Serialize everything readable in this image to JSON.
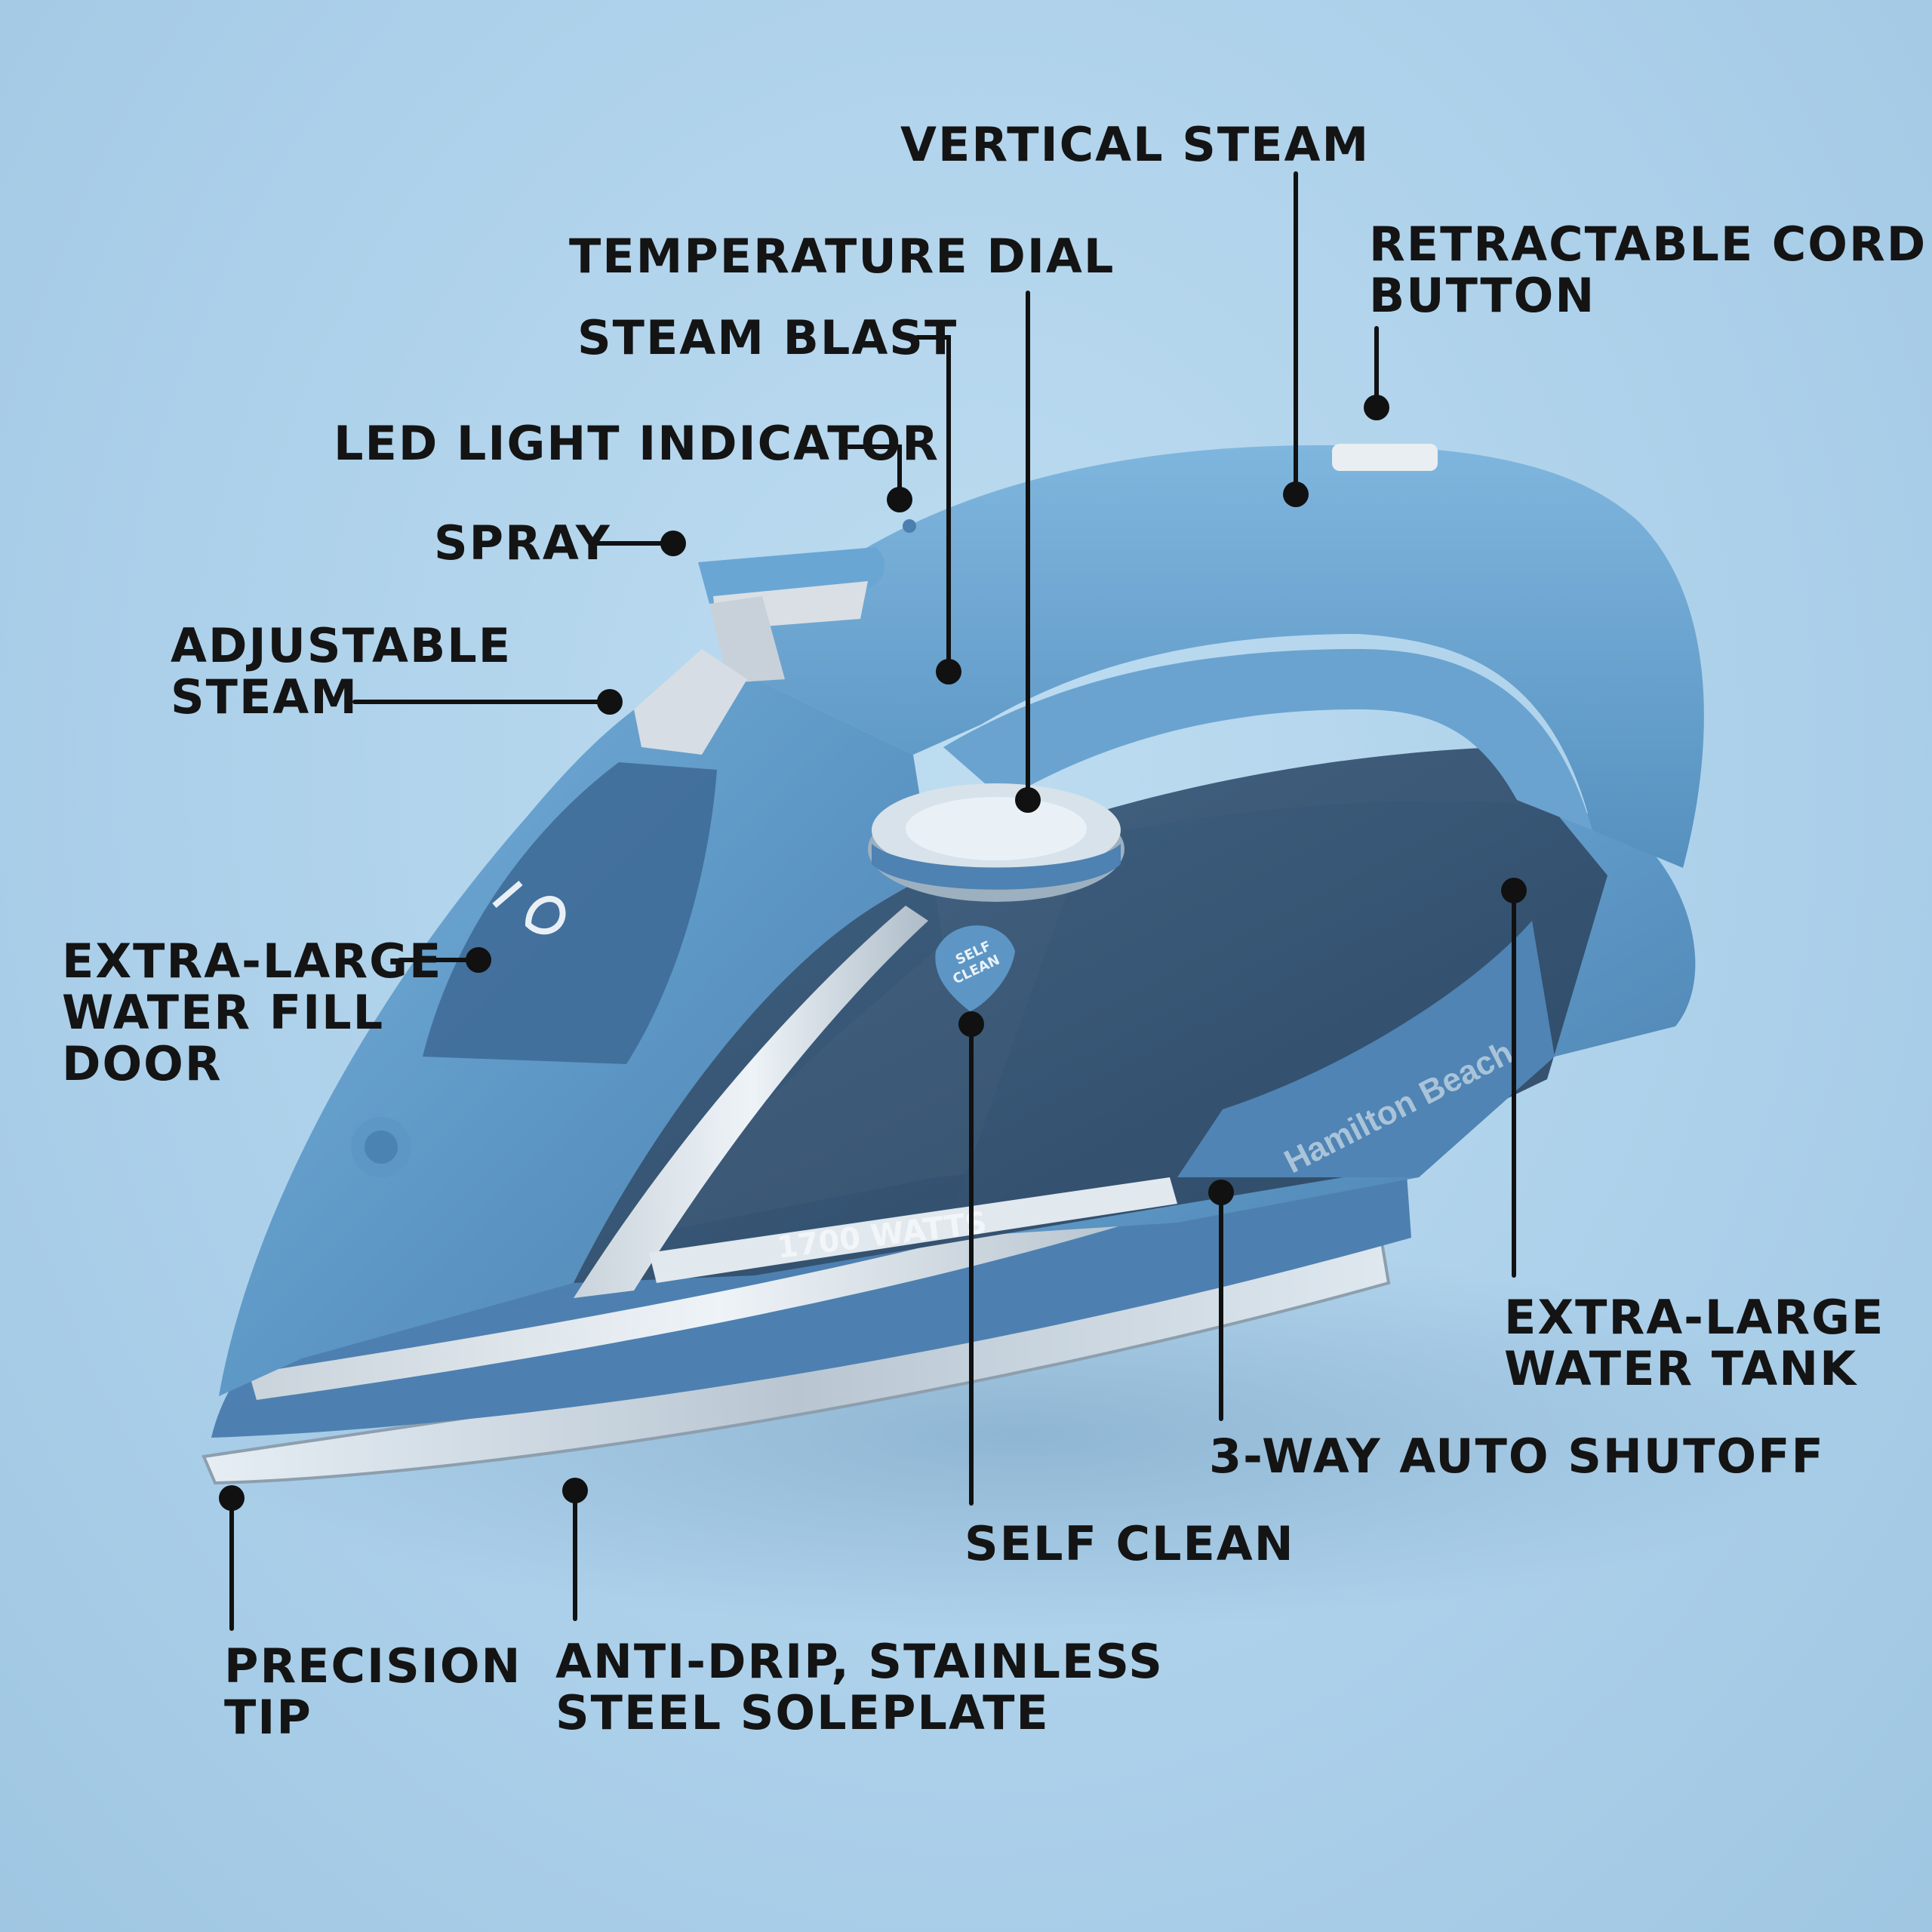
{
  "diagram": {
    "labels": {
      "vertical_steam": [
        "VERTICAL STEAM"
      ],
      "temperature_dial": [
        "TEMPERATURE DIAL"
      ],
      "retractable_cord": [
        "RETRACTABLE CORD",
        "BUTTON"
      ],
      "steam_blast": [
        "STEAM BLAST"
      ],
      "led_light": [
        "LED LIGHT INDICATOR"
      ],
      "spray": [
        "SPRAY"
      ],
      "adjustable_steam": [
        "ADJUSTABLE",
        "STEAM"
      ],
      "water_fill_door": [
        "EXTRA-LARGE",
        "WATER FILL",
        "DOOR"
      ],
      "water_tank": [
        "EXTRA-LARGE",
        "WATER TANK"
      ],
      "auto_shutoff": [
        "3-WAY AUTO SHUTOFF"
      ],
      "self_clean": [
        "SELF CLEAN"
      ],
      "precision_tip": [
        "PRECISION",
        "TIP"
      ],
      "soleplate": [
        "ANTI-DRIP, STAINLESS",
        "STEEL SOLEPLATE"
      ]
    },
    "product_markings": {
      "wattage": "1700 WATTS",
      "brand": "Hamilton Beach",
      "self_clean_button": [
        "SELF",
        "CLEAN"
      ]
    }
  },
  "colors": {
    "background": "#acd0ea",
    "iron_body": "#5b95c3",
    "iron_dark": "#3c6690",
    "tank": "#2f4d6a",
    "leader_line": "#111111",
    "label_text": "#141414"
  }
}
